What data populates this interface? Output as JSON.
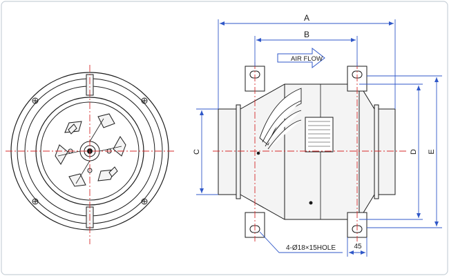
{
  "labels": {
    "a": "A",
    "b": "B",
    "c": "C",
    "d": "D",
    "e": "E",
    "air_flow": "AIR FLOW",
    "hole_note": "4-Ø18×15HOLE",
    "dim_45": "45"
  },
  "colors": {
    "line": "#1a1a1a",
    "dimension": "#2f57c8",
    "centerline": "#d62a2a",
    "fill": "#f4f4f4",
    "frame": "#c8d0d8"
  }
}
